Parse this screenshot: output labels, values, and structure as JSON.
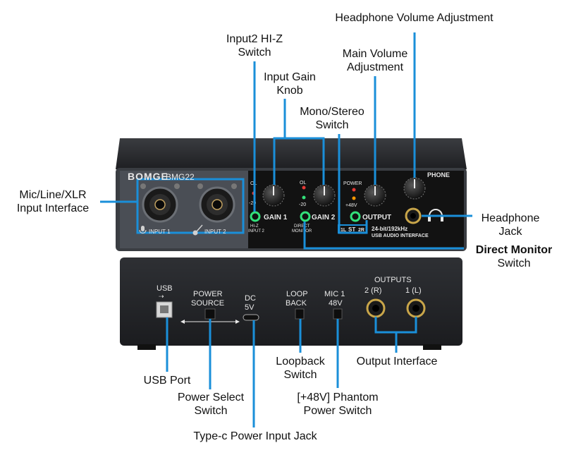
{
  "device": {
    "brand": "BOMGE",
    "model": "BMG22",
    "input1": "INPUT 1",
    "input2": "INPUT 2",
    "ol1": "OL",
    "minus20_1": "-20",
    "gain1": "GAIN 1",
    "hiz_line1": "HI-Z",
    "hiz_line2": "INPUT 2",
    "ol2": "OL",
    "minus20_2": "-20",
    "gain2": "GAIN 2",
    "direct_line1": "DIRECT",
    "direct_line2": "MONITOR",
    "power": "POWER",
    "p48": "+48V",
    "output": "OUTPUT",
    "phone": "PHONE",
    "mono_st_a": "1L",
    "mono_st_b": "ST",
    "mono_st_c": "2R",
    "spec_line1": "24-bit/192kHz",
    "spec_line2": "USB AUDIO INTERFACE",
    "usb": "USB",
    "power_source_1": "POWER",
    "power_source_2": "SOURCE",
    "dc_1": "DC",
    "dc_2": "5V",
    "loop_1": "LOOP",
    "loop_2": "BACK",
    "mic_1": "MIC 1",
    "mic_2": "48V",
    "outputs": "OUTPUTS",
    "out_r": "2 (R)",
    "out_l": "1 (L)"
  },
  "callouts": {
    "headphone_volume": "Headphone Volume Adjustment",
    "input2_hiz": [
      "Input2 HI-Z",
      "Switch"
    ],
    "main_volume": [
      "Main Volume",
      "Adjustment"
    ],
    "input_gain": [
      "Input Gain",
      "Knob"
    ],
    "mono_stereo": [
      "Mono/Stereo",
      "Switch"
    ],
    "mic_line_xlr": [
      "Mic/Line/XLR",
      "Input Interface"
    ],
    "headphone_jack": [
      "Headphone",
      "Jack"
    ],
    "direct_monitor": [
      "Direct Monitor",
      "Switch"
    ],
    "usb_port": "USB Port",
    "loopback": [
      "Loopback",
      "Switch"
    ],
    "output_interface": "Output Interface",
    "power_select": [
      "Power Select",
      "Switch"
    ],
    "phantom": [
      "[+48V] Phantom",
      "Power Switch"
    ],
    "typec": "Type-c Power Input Jack"
  },
  "colors": {
    "accent_line": "#1a8fd9",
    "device_body": "#2b2d30",
    "front_panel": "#141414",
    "led_green": "#32e07a",
    "led_red": "#e53935",
    "led_orange": "#ff9800"
  }
}
